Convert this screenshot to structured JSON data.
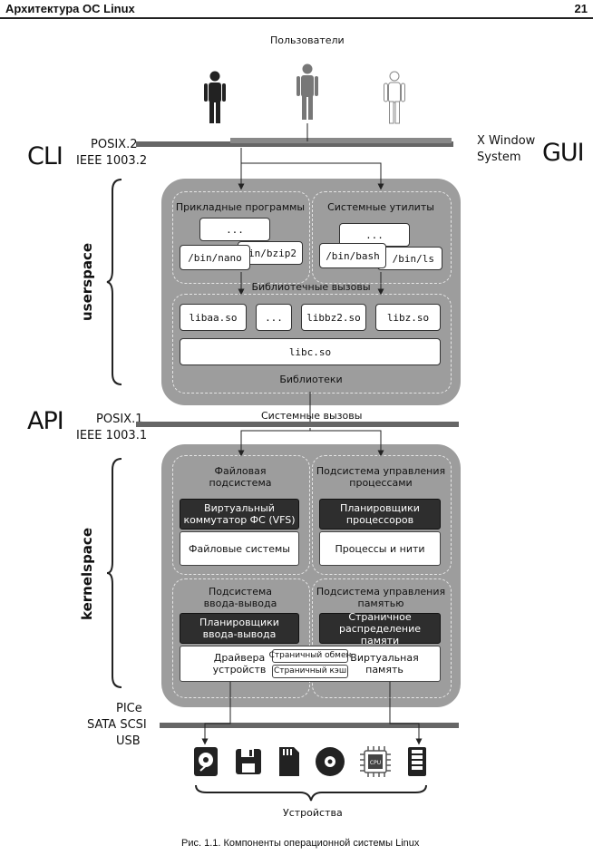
{
  "header": {
    "title": "Архитектура ОС Linux",
    "page_number": "21"
  },
  "users": {
    "label": "Пользователи"
  },
  "cli": {
    "title": "CLI",
    "standard_1": "POSIX.2",
    "standard_2": "IEEE 1003.2"
  },
  "gui": {
    "title": "GUI",
    "xwindow_1": "X Window",
    "xwindow_2": "System"
  },
  "api": {
    "title": "API",
    "standard_1": "POSIX.1",
    "standard_2": "IEEE 1003.1"
  },
  "userspace": {
    "label": "userspace",
    "apps_title": "Прикладные программы",
    "utils_title": "Системные утилиты",
    "apps": [
      "...",
      "/bin/nano",
      "/bin/bzip2"
    ],
    "utils": [
      "...",
      "/bin/bash",
      "/bin/ls"
    ],
    "libcalls": "Библиотечные вызовы",
    "libs": [
      "libaa.so",
      "...",
      "libbz2.so",
      "libz.so"
    ],
    "libc": "libc.so",
    "libraries": "Библиотеки"
  },
  "syscalls": "Системные вызовы",
  "kernelspace": {
    "label": "kernelspace",
    "fs": {
      "title_1": "Файловая",
      "title_2": "подсистема",
      "vfs_1": "Виртуальный",
      "vfs_2": "коммутатор ФС (VFS)",
      "filesystems": "Файловые системы"
    },
    "proc": {
      "title_1": "Подсистема управления",
      "title_2": "процессами",
      "sched_1": "Планировщики",
      "sched_2": "процессоров",
      "threads": "Процессы и нити"
    },
    "io": {
      "title_1": "Подсистема",
      "title_2": "ввода-вывода",
      "sched_1": "Планировщики",
      "sched_2": "ввода-вывода",
      "drivers_1": "Драйвера",
      "drivers_2": "устройств"
    },
    "mem": {
      "title_1": "Подсистема управления",
      "title_2": "памятью",
      "paging_1": "Страничное",
      "paging_2": "распределение памяти",
      "virt_1": "Виртуальная",
      "virt_2": "память"
    },
    "swap": "Страничный обмен",
    "cache": "Страничный кэш"
  },
  "buses": {
    "line_1": "PICe",
    "line_2": "SATA SCSI",
    "line_3": "USB"
  },
  "devices": {
    "label": "Устройства",
    "cpu_text": "CPU"
  },
  "caption": "Рис. 1.1. Компоненты операционной системы Linux"
}
